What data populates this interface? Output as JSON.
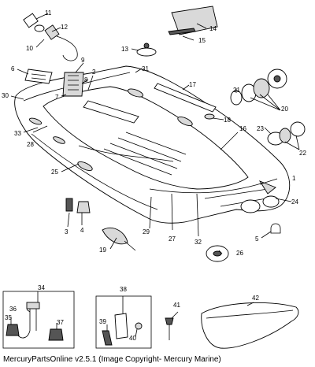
{
  "diagram": {
    "caption": "MercuryPartsOnline v2.5.1 (Image Copyright- Mercury Marine)",
    "callouts": [
      "1",
      "2",
      "3",
      "4",
      "5",
      "6",
      "7",
      "8",
      "9",
      "10",
      "11",
      "12",
      "13",
      "14",
      "15",
      "16",
      "17",
      "18",
      "19",
      "20",
      "21",
      "22",
      "23",
      "24",
      "25",
      "26",
      "27",
      "28",
      "29",
      "30",
      "31",
      "32",
      "33",
      "34",
      "35",
      "36",
      "37",
      "38",
      "39",
      "40",
      "41",
      "42"
    ]
  }
}
